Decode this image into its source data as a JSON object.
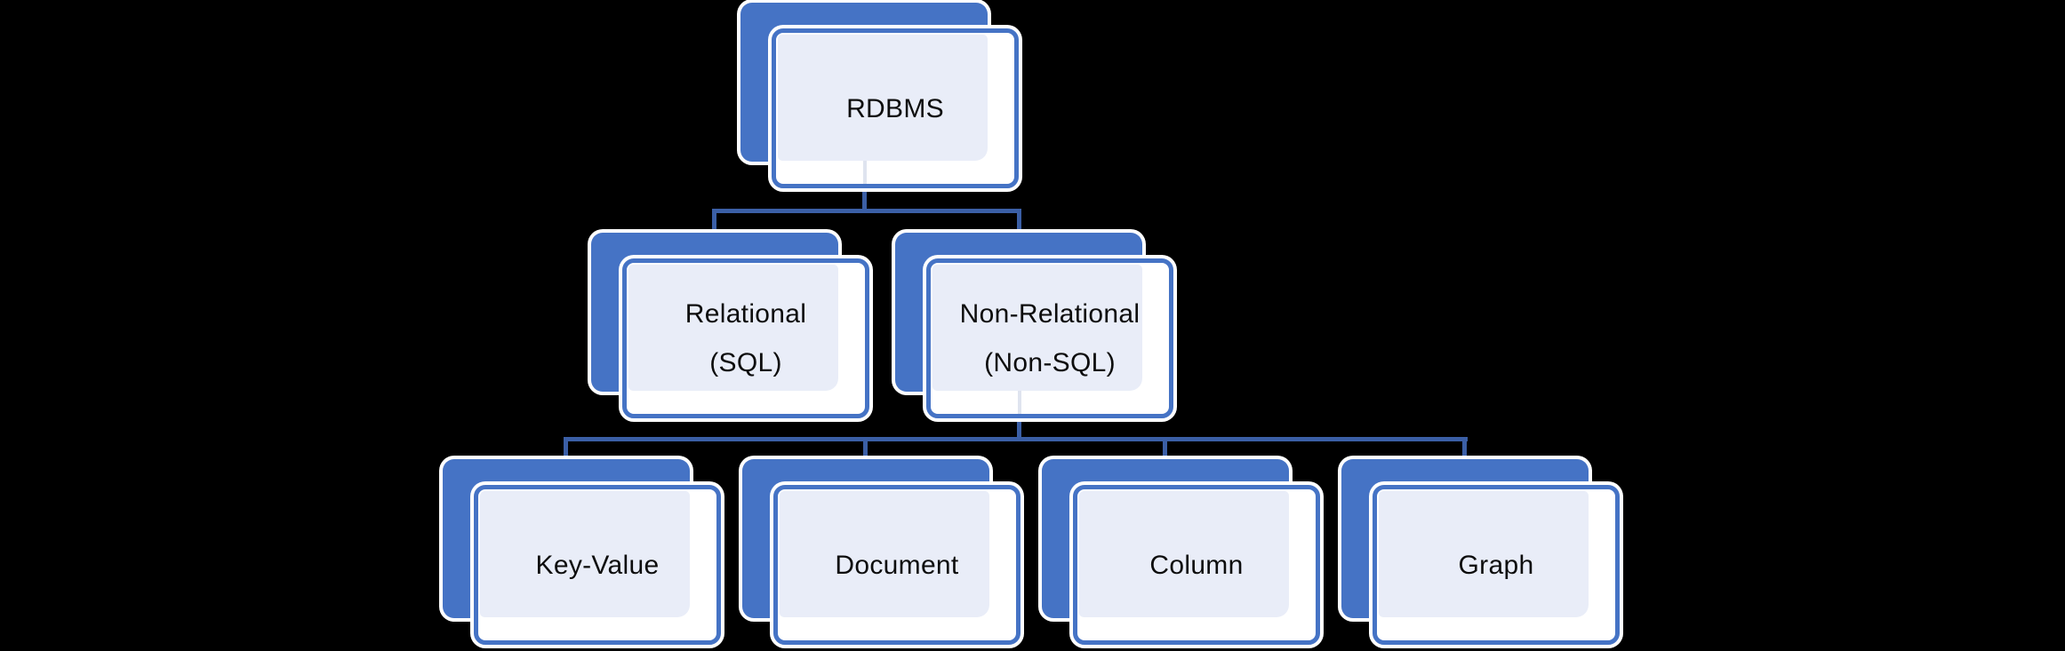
{
  "diagram": {
    "type": "hierarchy-tree",
    "background_color": "#000000",
    "node_back_fill_color": "#4573c5",
    "node_border_color": "#4573c5",
    "node_front_fill_color": "#ffffff",
    "node_tint_color": "#e9edf8",
    "connector_color": "#3b5fa6",
    "text_color": "#0d0d0d",
    "nodes": [
      {
        "id": "rdbms",
        "lines": [
          "RDBMS"
        ],
        "parent": null
      },
      {
        "id": "relational",
        "lines": [
          "Relational",
          "(SQL)"
        ],
        "parent": "rdbms"
      },
      {
        "id": "non-relational",
        "lines": [
          "Non-Relational",
          "(Non-SQL)"
        ],
        "parent": "rdbms"
      },
      {
        "id": "key-value",
        "lines": [
          "Key-Value"
        ],
        "parent": "non-relational"
      },
      {
        "id": "document",
        "lines": [
          "Document"
        ],
        "parent": "non-relational"
      },
      {
        "id": "column",
        "lines": [
          "Column"
        ],
        "parent": "non-relational"
      },
      {
        "id": "graph",
        "lines": [
          "Graph"
        ],
        "parent": "non-relational"
      }
    ]
  }
}
